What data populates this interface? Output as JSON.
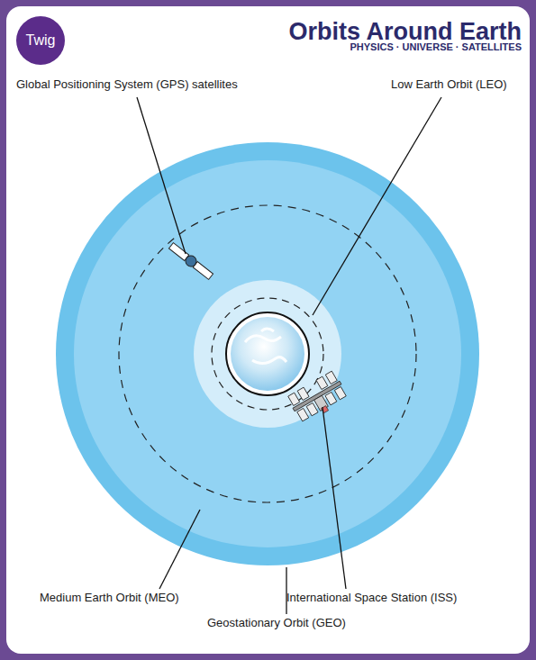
{
  "diagram": {
    "title": "Orbits Around Earth",
    "nodes": [
      {
        "text": [
          "Twig"
        ]
      }
    ],
    "labels": [
      "PHYSICS · UNIVERSE · SATELLITES",
      "Global Positioning System (GPS) satellites",
      "Low Earth Orbit (LEO)",
      "Medium Earth Orbit (MEO)",
      "International Space Station (ISS)",
      "Geostationary Orbit (GEO)"
    ]
  }
}
